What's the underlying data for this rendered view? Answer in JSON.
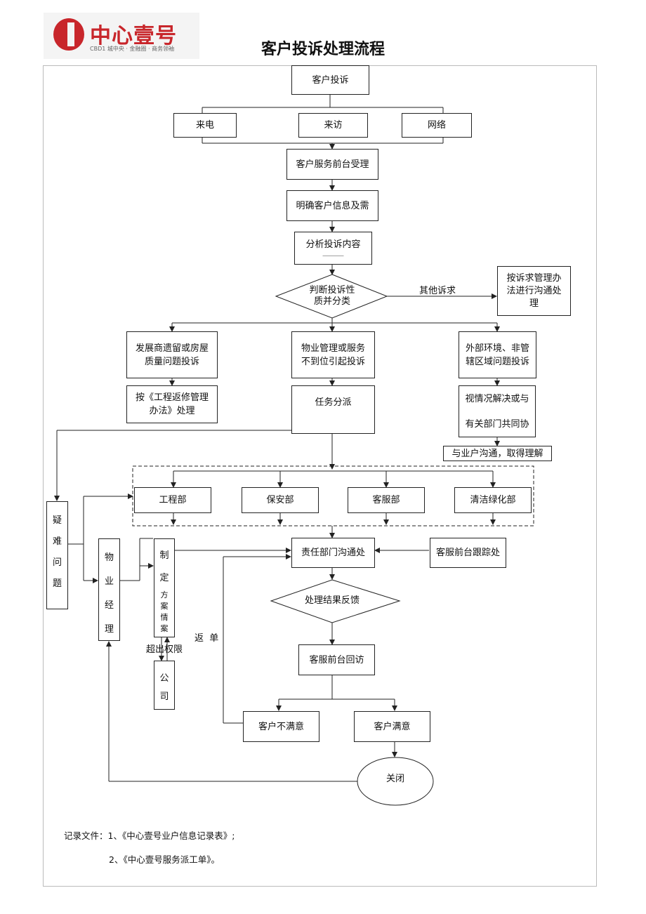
{
  "logo": {
    "name": "中心壹号",
    "tagline": "CBD1 城中央 · 金融圈 · 商务领袖"
  },
  "title": "客户投诉处理流程",
  "flow": {
    "complaint": "客户投诉",
    "channel_phone": "来电",
    "channel_visit": "来访",
    "channel_web": "网络",
    "front_desk": "客户服务前台受理",
    "clarify": "明确客户信息及需",
    "analyze": "分析投诉内容",
    "analyze_dash": "＿＿＿",
    "judge": "判断投诉性\n质并分类",
    "other": "其他诉求",
    "other_handle": "按诉求管理办\n法进行沟通处\n理",
    "type_dev": "发展商遗留或房屋\n质量问题投诉",
    "type_service": "物业管理或服务\n不到位引起投诉",
    "type_external": "外部环境、非管\n辖区域问题投诉",
    "dev_handle": "按《工程返修管理\n办法》处理",
    "dispatch": "任务分派",
    "external_handle_1": "视情况解决或与",
    "external_handle_2": "有关部门共同协",
    "communicate": "与业户沟通，取得理解",
    "dept_eng": "工程部",
    "dept_security": "保安部",
    "dept_cs": "客服部",
    "dept_clean": "清洁绿化部",
    "difficult": [
      "疑",
      "难",
      "问",
      "题"
    ],
    "manager": [
      "物",
      "业",
      "经",
      "理"
    ],
    "plan": [
      "制",
      "定",
      "方",
      "案",
      "情",
      "案"
    ],
    "company": [
      "公",
      "司"
    ],
    "exceed": "超出权限",
    "return_order": "返  单",
    "resp_dept": "责任部门沟通处",
    "track": "客服前台跟踪处",
    "feedback": "处理结果反馈",
    "revisit": "客服前台回访",
    "unsatisfied": "客户不满意",
    "satisfied": "客户满意",
    "close": "关闭"
  },
  "notes": {
    "line1": "记录文件：1、《中心壹号业户信息记录表》;",
    "line2": "2、《中心壹号服务派工单》。"
  }
}
